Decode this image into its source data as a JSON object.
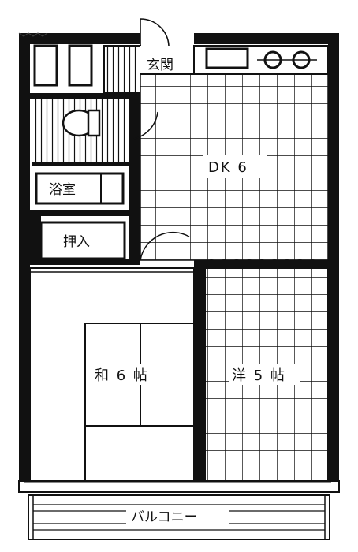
{
  "floor_plan": {
    "rooms": {
      "entrance": "玄関",
      "dk": "DK 6",
      "bath": "浴室",
      "closet": "押入",
      "washitsu": "和 6 帖",
      "youshitsu": "洋 5 帖",
      "balcony": "バルコニー"
    }
  }
}
